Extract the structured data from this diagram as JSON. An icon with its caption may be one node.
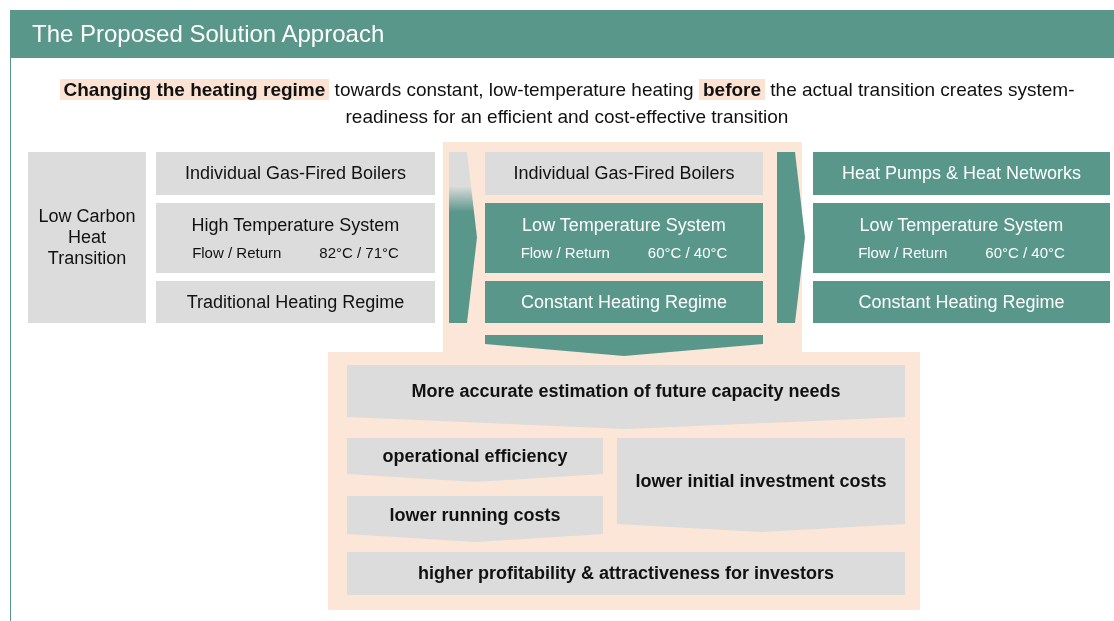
{
  "diagram": {
    "title": "The Proposed Solution Approach",
    "nodes": [
      {
        "text": [
          "Low Carbon Heat Transition"
        ]
      },
      {
        "text": [
          "Individual Gas-Fired Boilers"
        ]
      },
      {
        "text": [
          "High Temperature System",
          "Flow / Return",
          "82°C / 71°C"
        ]
      },
      {
        "text": [
          "Traditional Heating Regime"
        ]
      },
      {
        "text": [],
        "shape": "box"
      },
      {
        "text": [
          "Individual Gas-Fired Boilers"
        ],
        "in": 4
      },
      {
        "text": [
          "Low Temperature System",
          "Flow / Return",
          "60°C / 40°C"
        ],
        "in": 4
      },
      {
        "text": [
          "Constant Heating Regime"
        ],
        "in": 4
      },
      {
        "text": [
          "Heat Pumps & Heat Networks"
        ]
      },
      {
        "text": [
          "Low Temperature System",
          "Flow / Return",
          "60°C / 40°C"
        ]
      },
      {
        "text": [
          "Constant Heating Regime"
        ]
      },
      {
        "text": [],
        "shape": "box"
      },
      {
        "text": [
          "More accurate estimation of future capacity needs"
        ],
        "in": 11
      },
      {
        "text": [
          "operational efficiency"
        ],
        "in": 11
      },
      {
        "text": [
          "lower running costs"
        ],
        "in": 11
      },
      {
        "text": [
          "lower initial investment costs"
        ],
        "in": 11
      },
      {
        "text": [
          "higher profitability & attractiveness for investors"
        ],
        "in": 11
      }
    ],
    "edges": [
      {
        "from": 2,
        "to": 6,
        "arrow": "to"
      },
      {
        "from": 6,
        "to": 9,
        "arrow": "to"
      },
      {
        "from": 4,
        "to": 11,
        "arrow": "to"
      }
    ],
    "labels": [
      "**Changing the heating regime** towards constant, low-temperature heating **before** the actual transition creates system-readiness for an efficient and cost-effective transition"
    ]
  }
}
